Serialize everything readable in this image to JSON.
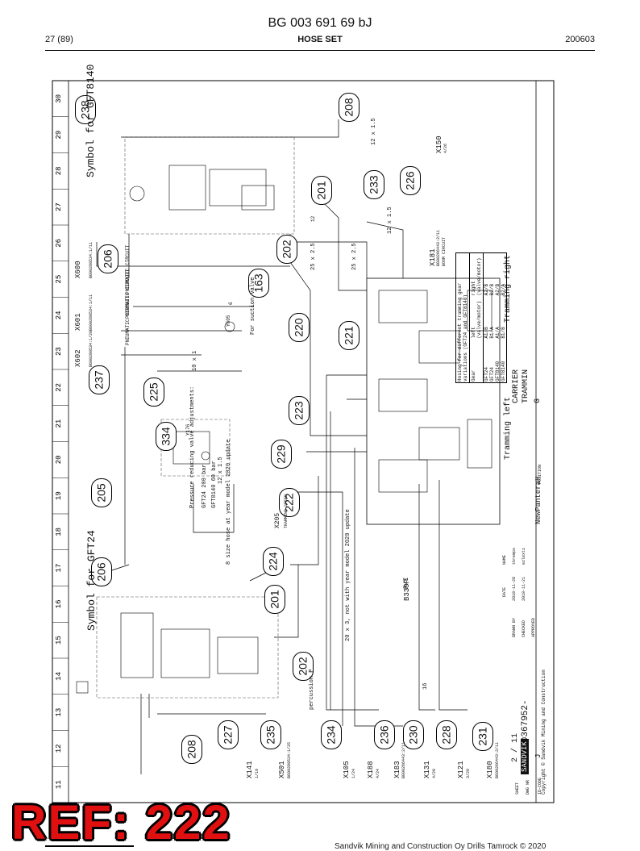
{
  "header": {
    "document_code": "BG 003 691 69 bJ",
    "page": "27 (89)",
    "title": "HOSE SET",
    "date": "200603"
  },
  "grid_columns": [
    "11",
    "12",
    "13",
    "14",
    "15",
    "16",
    "17",
    "18",
    "19",
    "20",
    "21",
    "22",
    "23",
    "24",
    "25",
    "26",
    "27",
    "28",
    "29",
    "30"
  ],
  "callouts": [
    "238",
    "208",
    "201",
    "233",
    "226",
    "206",
    "202",
    "163",
    "220",
    "221",
    "237",
    "225",
    "223",
    "334",
    "229",
    "205",
    "222",
    "224",
    "206",
    "201",
    "202",
    "208",
    "227",
    "235",
    "234",
    "236",
    "230",
    "228",
    "231"
  ],
  "labels": {
    "symbol_gft8140": "Symbol for GFT8140",
    "symbol_gft24": "Symbol for GFT24",
    "pneumatic_circuit": "PNEUMATIC CIRCUIT",
    "x600": "X600",
    "x600_ref": "BG00280534:1/11",
    "x601": "X601",
    "x601_ref": "BG00280534:1/11",
    "x602": "X602",
    "x602_ref": "BG00280534:1/20",
    "for_suction_valve": "For suction valve",
    "y605": "Y605",
    "pressure_reducing": "Pressure reducing valve adjustments:",
    "gft24_bar": "GFT24 200 bar",
    "gft8140_bar": "GFT8140 60 bar",
    "y176": "Y176",
    "x205": "X205",
    "x205_sub": "TRAMMING SPEED",
    "hose_note": "8 size hose at year model 2020 update",
    "not_with": "20 x 3, not with year model 2020 update",
    "percussion": "percussion P",
    "x150": "X150",
    "x150_sub": "4/26",
    "x181": "X181",
    "x181_sub": "BG00266443:2/11",
    "boom_circuit": "BOOM CIRCUIT",
    "tramming_right": "Tramming right",
    "tramming_left": "Tramming left",
    "b339p": "B339P",
    "pi": "P/I",
    "x141": "X141",
    "x141_sub": "1/19",
    "x501": "X501",
    "x501_ref": "BG00280534:1/25",
    "x105": "X105",
    "x105_sub": "1/24",
    "x188": "X188",
    "x188_sub": "4/24",
    "x183": "X183",
    "x183_ref": "BG00266443:2/11",
    "x131": "X131",
    "x131_sub": "4/29",
    "x121": "X121",
    "x121_sub": "3/29",
    "x180": "X180",
    "x180_ref": "BG00266443:2/11",
    "hose_12x15": "12 x 1.5",
    "hose_10x1": "10 x 1",
    "hose_25x25a": "25 x 2.5",
    "hose_25x25b": "25 x 2.5",
    "hose_12x15b": "12 x 1.5",
    "hose_12x15c": "12 x 1.5",
    "hose_12": "12",
    "hose_16": "16",
    "hose_6": "6"
  },
  "hosing_table": {
    "title": "Hosing for different tramming gear variations (GFT24 and GFT8140)",
    "col_gear": "Gear",
    "col_left": "left",
    "col_right": "right",
    "col_valve_motor": "(valve/motor)",
    "rows": [
      [
        "GFT24",
        "A1/B",
        "A2/B"
      ],
      [
        "GFT24",
        "B1/A",
        "B2/B"
      ],
      [
        "GFT8140",
        "A1/A",
        "A2/B"
      ],
      [
        "GFT8140",
        "B1/B",
        "B2/A"
      ]
    ]
  },
  "title_block": {
    "sheet_label": "SHEET",
    "sheet": "2 / 11",
    "dwg_label": "DWG NR",
    "dwg": "BG00367952-",
    "id_code_label": "ID-CODE",
    "id_code": "J",
    "name1": "CARRIER",
    "name2": "TRAMMIN",
    "name3": "G",
    "project": "NewPanteraH",
    "position_label": "POSITION",
    "brand": "SANDVIK",
    "copyright": "Copyright © Sandvik Mining and Construction",
    "drawn_by_label": "DRAWN BY",
    "checked_label": "CHECKED",
    "approved_label": "APPROVED",
    "date_label": "DATE",
    "name_label": "NAME",
    "drawn_date": "2018-11-28",
    "drawn_name": "tbremps",
    "checked_date": "2018-11-21",
    "checked_name": "ezlexti"
  },
  "ref_stamp": "REF: 222",
  "footer": {
    "company": "Sandvik Mining and Construction Oy Drills Tamrock © 2020"
  }
}
